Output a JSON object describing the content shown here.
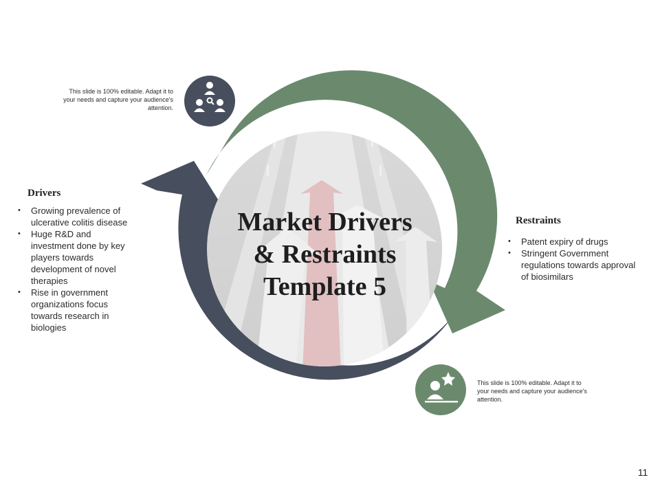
{
  "title_lines": [
    "Market Drivers",
    "& Restraints",
    "Template 5"
  ],
  "top_note": {
    "lines": [
      "This slide is 100% editable.  Adapt it to",
      "your needs and capture your audience's",
      "attention."
    ],
    "icon": "people-search-icon"
  },
  "bottom_note": {
    "lines": [
      "This slide is 100% editable.  Adapt it to",
      "your needs and capture your audience's",
      "attention."
    ],
    "icon": "person-star-icon"
  },
  "drivers": {
    "heading": "Drivers",
    "items": [
      "Growing prevalence of ulcerative colitis disease",
      "Huge R&D and investment done by key players towards development of novel therapies",
      "Rise in government organizations focus towards research in biologies"
    ]
  },
  "restraints": {
    "heading": "Restraints",
    "items": [
      "Patent expiry of drugs",
      "Stringent Government regulations towards approval of biosimilars"
    ]
  },
  "page_number": "11",
  "colors": {
    "green_arrow": "#6b8a6d",
    "navy_arrow": "#474e5d",
    "icon_navy": "#474e5d",
    "icon_green": "#6b8a6d"
  }
}
